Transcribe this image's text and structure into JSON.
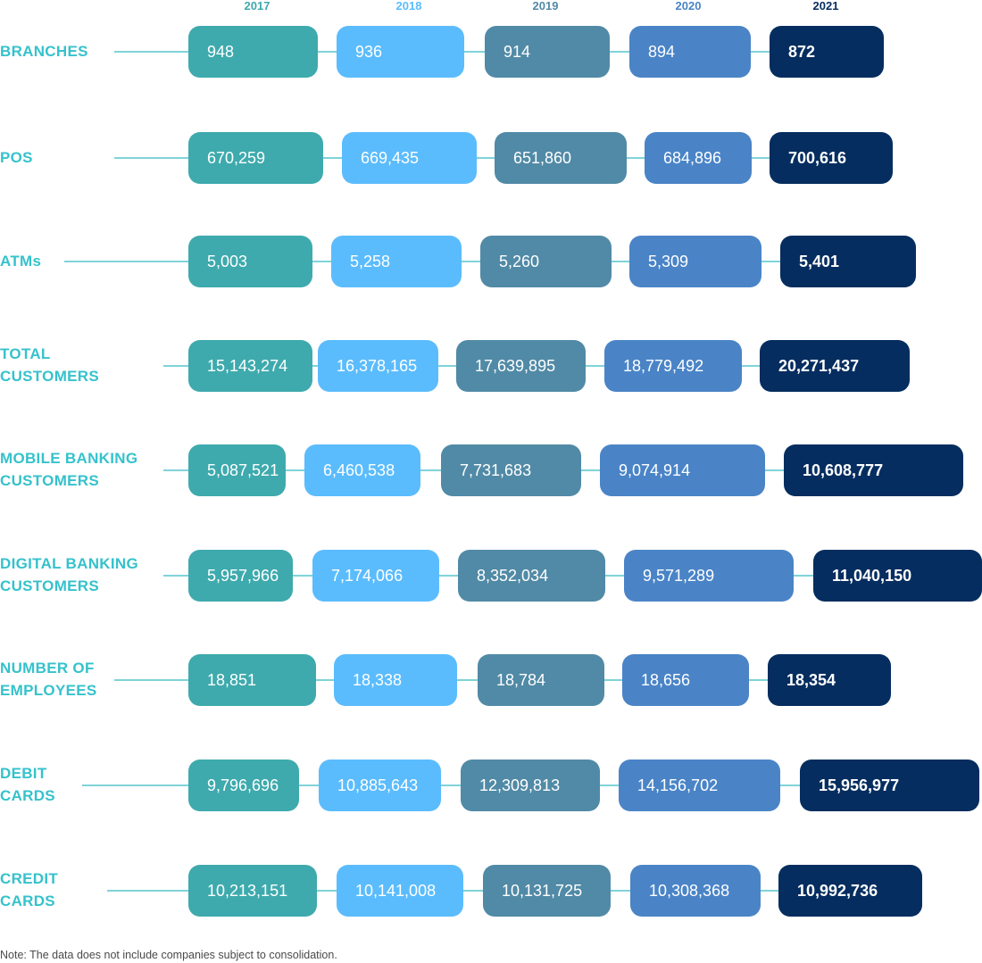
{
  "chart_data": {
    "type": "table",
    "columns": [
      "2017",
      "2018",
      "2019",
      "2020",
      "2021"
    ],
    "column_colors": [
      "#3eaaad",
      "#5bbcfd",
      "#518aa6",
      "#4a84c7",
      "#052d5f"
    ],
    "header_colors": [
      "#3eaaad",
      "#5bbcfd",
      "#518aa6",
      "#4a84c7",
      "#052d5f"
    ],
    "label_color": "#35c2cc",
    "rows": [
      {
        "label": "BRANCHES",
        "values": [
          "948",
          "936",
          "914",
          "894",
          "872"
        ]
      },
      {
        "label": "POS",
        "values": [
          "670,259",
          "669,435",
          "651,860",
          "684,896",
          "700,616"
        ]
      },
      {
        "label": "ATMs",
        "values": [
          "5,003",
          "5,258",
          "5,260",
          "5,309",
          "5,401"
        ]
      },
      {
        "label": "TOTAL\nCUSTOMERS",
        "values": [
          "15,143,274",
          "16,378,165",
          "17,639,895",
          "18,779,492",
          "20,271,437"
        ]
      },
      {
        "label": "MOBILE BANKING\nCUSTOMERS",
        "values": [
          "5,087,521",
          "6,460,538",
          "7,731,683",
          "9,074,914",
          "10,608,777"
        ]
      },
      {
        "label": "DIGITAL BANKING\nCUSTOMERS",
        "values": [
          "5,957,966",
          "7,174,066",
          "8,352,034",
          "9,571,289",
          "11,040,150"
        ]
      },
      {
        "label": "NUMBER OF\nEMPLOYEES",
        "values": [
          "18,851",
          "18,338",
          "18,784",
          "18,656",
          "18,354"
        ]
      },
      {
        "label": "DEBIT\nCARDS",
        "values": [
          "9,796,696",
          "10,885,643",
          "12,309,813",
          "14,156,702",
          "15,956,977"
        ]
      },
      {
        "label": "CREDIT\nCARDS",
        "values": [
          "10,213,151",
          "10,141,008",
          "10,131,725",
          "10,308,368",
          "10,992,736"
        ]
      }
    ]
  },
  "note": "Note: The data does not include companies subject to consolidation."
}
